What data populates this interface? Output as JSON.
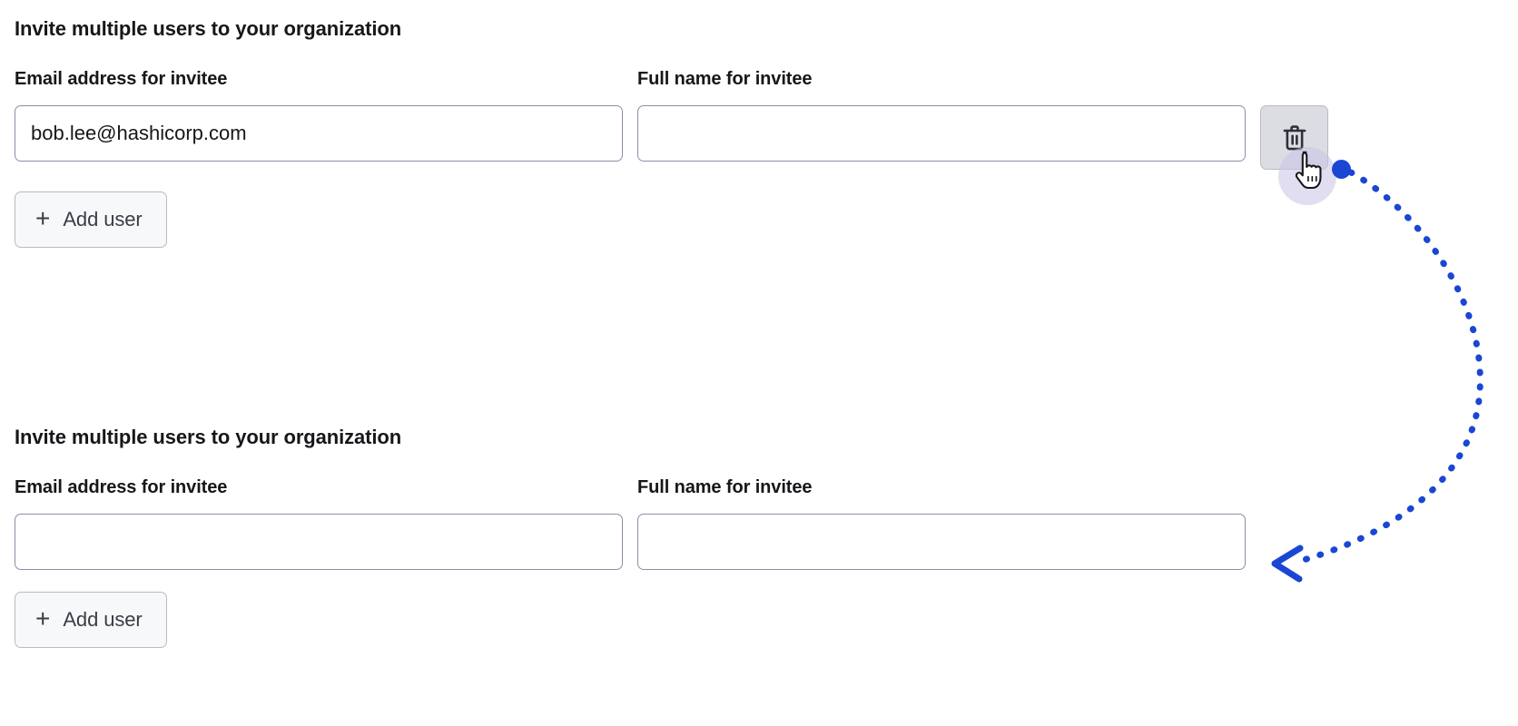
{
  "theme": {
    "background": "#ffffff",
    "text_primary": "#16171a",
    "input_border": "#8c8fa5",
    "button_bg": "#f7f8fa",
    "button_border": "#b9bbc4",
    "button_text": "#3b3d45",
    "delete_button_bg": "#dcdde2",
    "annotation_blue": "#1a46d4",
    "cursor_halo": "#c9c3e8"
  },
  "sections": [
    {
      "heading": "Invite multiple users to your organization",
      "email_label": "Email address for invitee",
      "email_value": "bob.lee@hashicorp.com",
      "email_placeholder": "",
      "fullname_label": "Full name for invitee",
      "fullname_value": "",
      "fullname_placeholder": "",
      "has_delete_button": true,
      "delete_icon": "trash-icon",
      "add_user_plus": "+",
      "add_user_label": "Add user"
    },
    {
      "heading": "Invite multiple users to your organization",
      "email_label": "Email address for invitee",
      "email_value": "",
      "email_placeholder": "",
      "fullname_label": "Full name for invitee",
      "fullname_value": "",
      "fullname_placeholder": "",
      "has_delete_button": false,
      "delete_icon": "trash-icon",
      "add_user_plus": "+",
      "add_user_label": "Add user"
    }
  ],
  "annotation": {
    "cursor_icon": "pointer-hand-cursor",
    "start_dot_icon": "annotation-start-dot",
    "arrow_icon": "annotation-curved-arrow",
    "arrowhead_icon": "annotation-arrowhead"
  }
}
